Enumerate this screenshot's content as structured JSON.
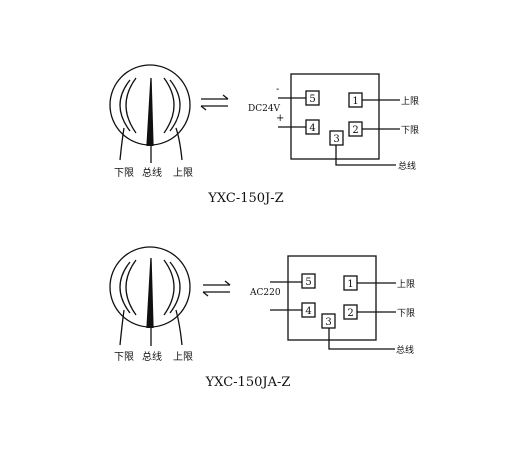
{
  "diagrams": [
    {
      "model": "YXC-150J-Z",
      "gauge_labels": {
        "lower": "下限",
        "common": "总线",
        "upper": "上限"
      },
      "power_label": "DC24V",
      "minus_sign": "-",
      "plus_sign": "+",
      "terminals": [
        "5",
        "1",
        "4",
        "2",
        "3"
      ],
      "side_labels": {
        "upper": "上限",
        "lower": "下限",
        "common": "总线"
      }
    },
    {
      "model": "YXC-150JA-Z",
      "gauge_labels": {
        "lower": "下限",
        "common": "总线",
        "upper": "上限"
      },
      "power_label": "AC220",
      "terminals": [
        "5",
        "1",
        "4",
        "2",
        "3"
      ],
      "side_labels": {
        "upper": "上限",
        "lower": "下限",
        "common": "总线"
      }
    }
  ],
  "colors": {
    "ink": "#111111",
    "background": "#ffffff"
  },
  "icons": {
    "arrow": "bidirectional-arrow-icon"
  }
}
